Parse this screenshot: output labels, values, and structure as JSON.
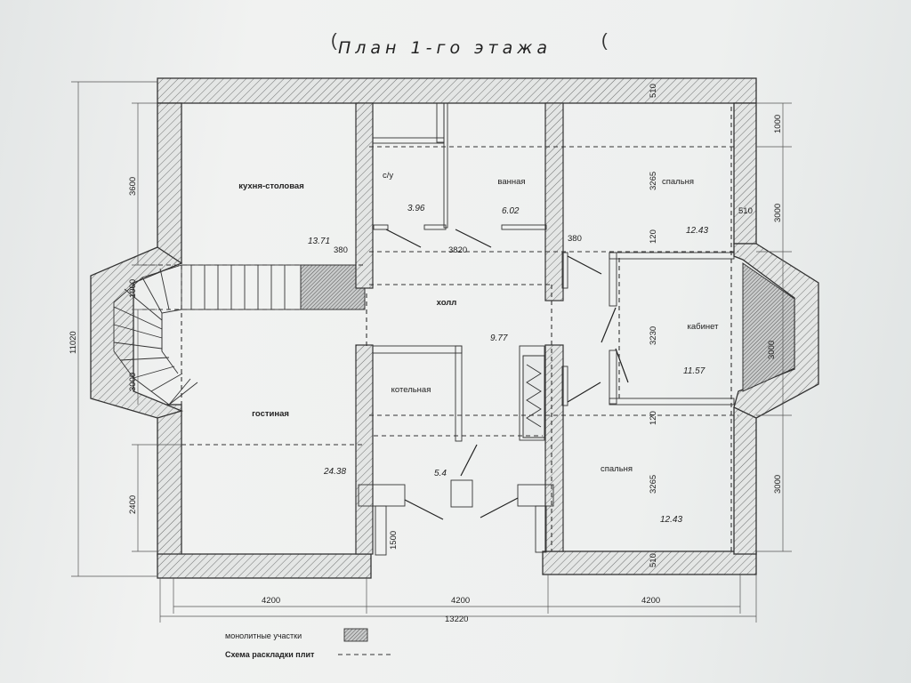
{
  "title": "План 1-го этажа",
  "rooms": {
    "kitchen": "кухня-столовая",
    "wc": "с/у",
    "bath": "ванная",
    "bed1": "спальня",
    "hall": "холл",
    "boiler": "котельная",
    "living": "гостиная",
    "cabinet": "кабинет",
    "bed2": "спальня"
  },
  "areas": {
    "kitchen": "13.71",
    "wc": "3.96",
    "bath": "6.02",
    "bed1": "12.43",
    "hall": "9.77",
    "boiler": "5.4",
    "living": "24.38",
    "cabinet": "11.57",
    "bed2": "12.43"
  },
  "dims": {
    "d380a": "380",
    "d3820": "3820",
    "d380b": "380",
    "top510": "510",
    "bot510": "510",
    "r1000": "1000",
    "r3000a": "3000",
    "r510": "510",
    "r3000c": "3000",
    "bay3000": "3000",
    "c3265a": "3265",
    "c120a": "120",
    "c3230": "3230",
    "c120b": "120",
    "c3265b": "3265",
    "l3600": "3600",
    "l1000": "1000",
    "l3000": "3000",
    "l2400": "2400",
    "l11020": "11020",
    "b1500": "1500",
    "b4200a": "4200",
    "b4200b": "4200",
    "b4200c": "4200",
    "b13220": "13220"
  },
  "legend": {
    "monolith": "монолитные участки",
    "slab": "Схема раскладки плит"
  }
}
